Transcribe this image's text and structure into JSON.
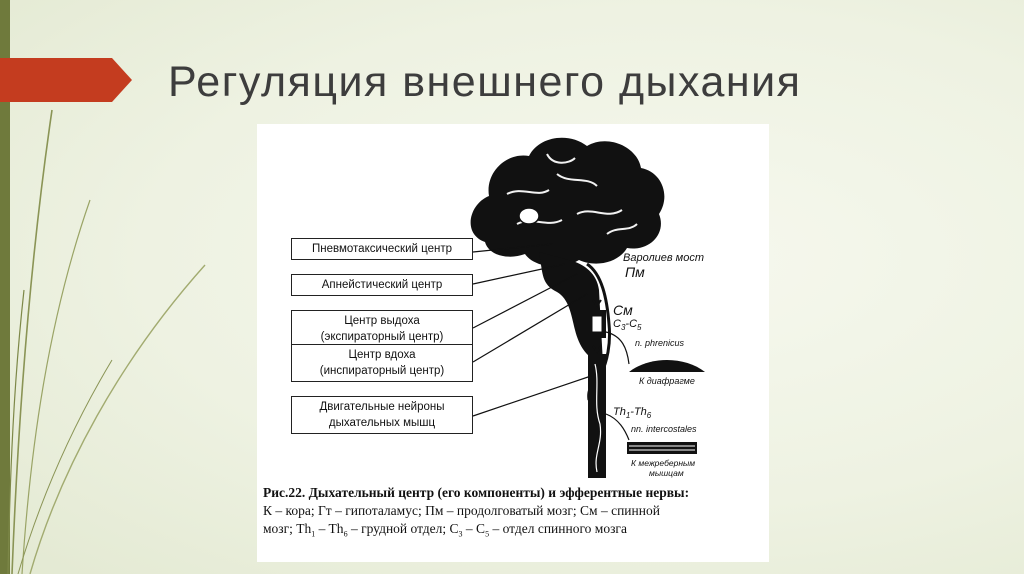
{
  "slide": {
    "title": "Регуляция внешнего дыхания"
  },
  "theme": {
    "accent_arrow": "#c43c1f",
    "rail": "#6f7a3c",
    "background": "#eef2e2"
  },
  "diagram": {
    "boxes": [
      {
        "lines": [
          "Пневмотаксический центр"
        ]
      },
      {
        "lines": [
          "Апнейстический центр"
        ]
      },
      {
        "lines": [
          "Центр выдоха",
          "(экспираторный центр)"
        ]
      },
      {
        "lines": [
          "Центр вдоха",
          "(инспираторный центр)"
        ]
      },
      {
        "lines": [
          "Двигательные нейроны",
          "дыхательных мышц"
        ]
      }
    ],
    "right_labels": {
      "pons": "Варолиев мост",
      "pm": "Пм",
      "sm": "См",
      "c_range_a": "С",
      "c_range_a_sub": "3",
      "c_range_sep": "-С",
      "c_range_b_sub": "5",
      "phrenicus": "n. phrenicus",
      "diaphragm": "К диафрагме",
      "th_a": "Th",
      "th_a_sub": "1",
      "th_sep": "-Th",
      "th_b_sub": "6",
      "intercostales": "nn. intercostales",
      "intercostal_1": "К межреберным",
      "intercostal_2": "мышцам"
    },
    "caption": {
      "title": "Рис.22. Дыхательный центр (его компоненты) и эфферентные нервы:",
      "line1": "К – кора; Гт – гипоталамус; Пм –  продолговатый мозг; См – спинной",
      "line2_a": "мозг; Th",
      "line2_a_sub": "1",
      "line2_b": " – Th",
      "line2_b_sub": "6",
      "line2_c": " – грудной отдел; С",
      "line2_c_sub": "3",
      "line2_d": " – С",
      "line2_d_sub": "5",
      "line2_e": " – отдел спинного мозга"
    }
  }
}
